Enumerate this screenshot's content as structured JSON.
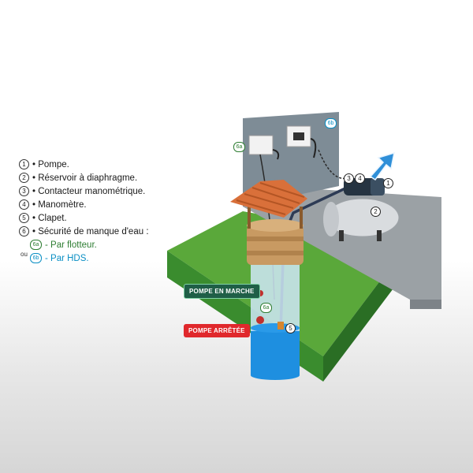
{
  "legend": {
    "items": [
      {
        "num": "1",
        "text": "• Pompe."
      },
      {
        "num": "2",
        "text": "• Réservoir à diaphragme."
      },
      {
        "num": "3",
        "text": "• Contacteur manométrique."
      },
      {
        "num": "4",
        "text": "• Manomètre."
      },
      {
        "num": "5",
        "text": "• Clapet."
      },
      {
        "num": "6",
        "text": "• Sécurité de manque d'eau :"
      }
    ],
    "sub_a": {
      "tag": "6a",
      "text": "- Par flotteur."
    },
    "ou": "ou",
    "sub_b": {
      "tag": "6b",
      "text": "- Par HDS."
    }
  },
  "callouts": {
    "marche": "POMPE EN MARCHE",
    "arret": "POMPE ARRÊTÉE"
  },
  "diagram_labels": {
    "l1": "1",
    "l2": "2",
    "l3": "3",
    "l4": "4",
    "l5": "5",
    "l6a_panel": "6a",
    "l6b_panel": "6b",
    "l6a_well": "6a"
  },
  "colors": {
    "grass": "#5aa83a",
    "grass_side": "#2f7d2a",
    "floor": "#9aa0a4",
    "water": "#1e8fe0",
    "arrow": "#2f8fd8",
    "callout_green": "#1f5f47",
    "callout_red": "#e0282c"
  }
}
